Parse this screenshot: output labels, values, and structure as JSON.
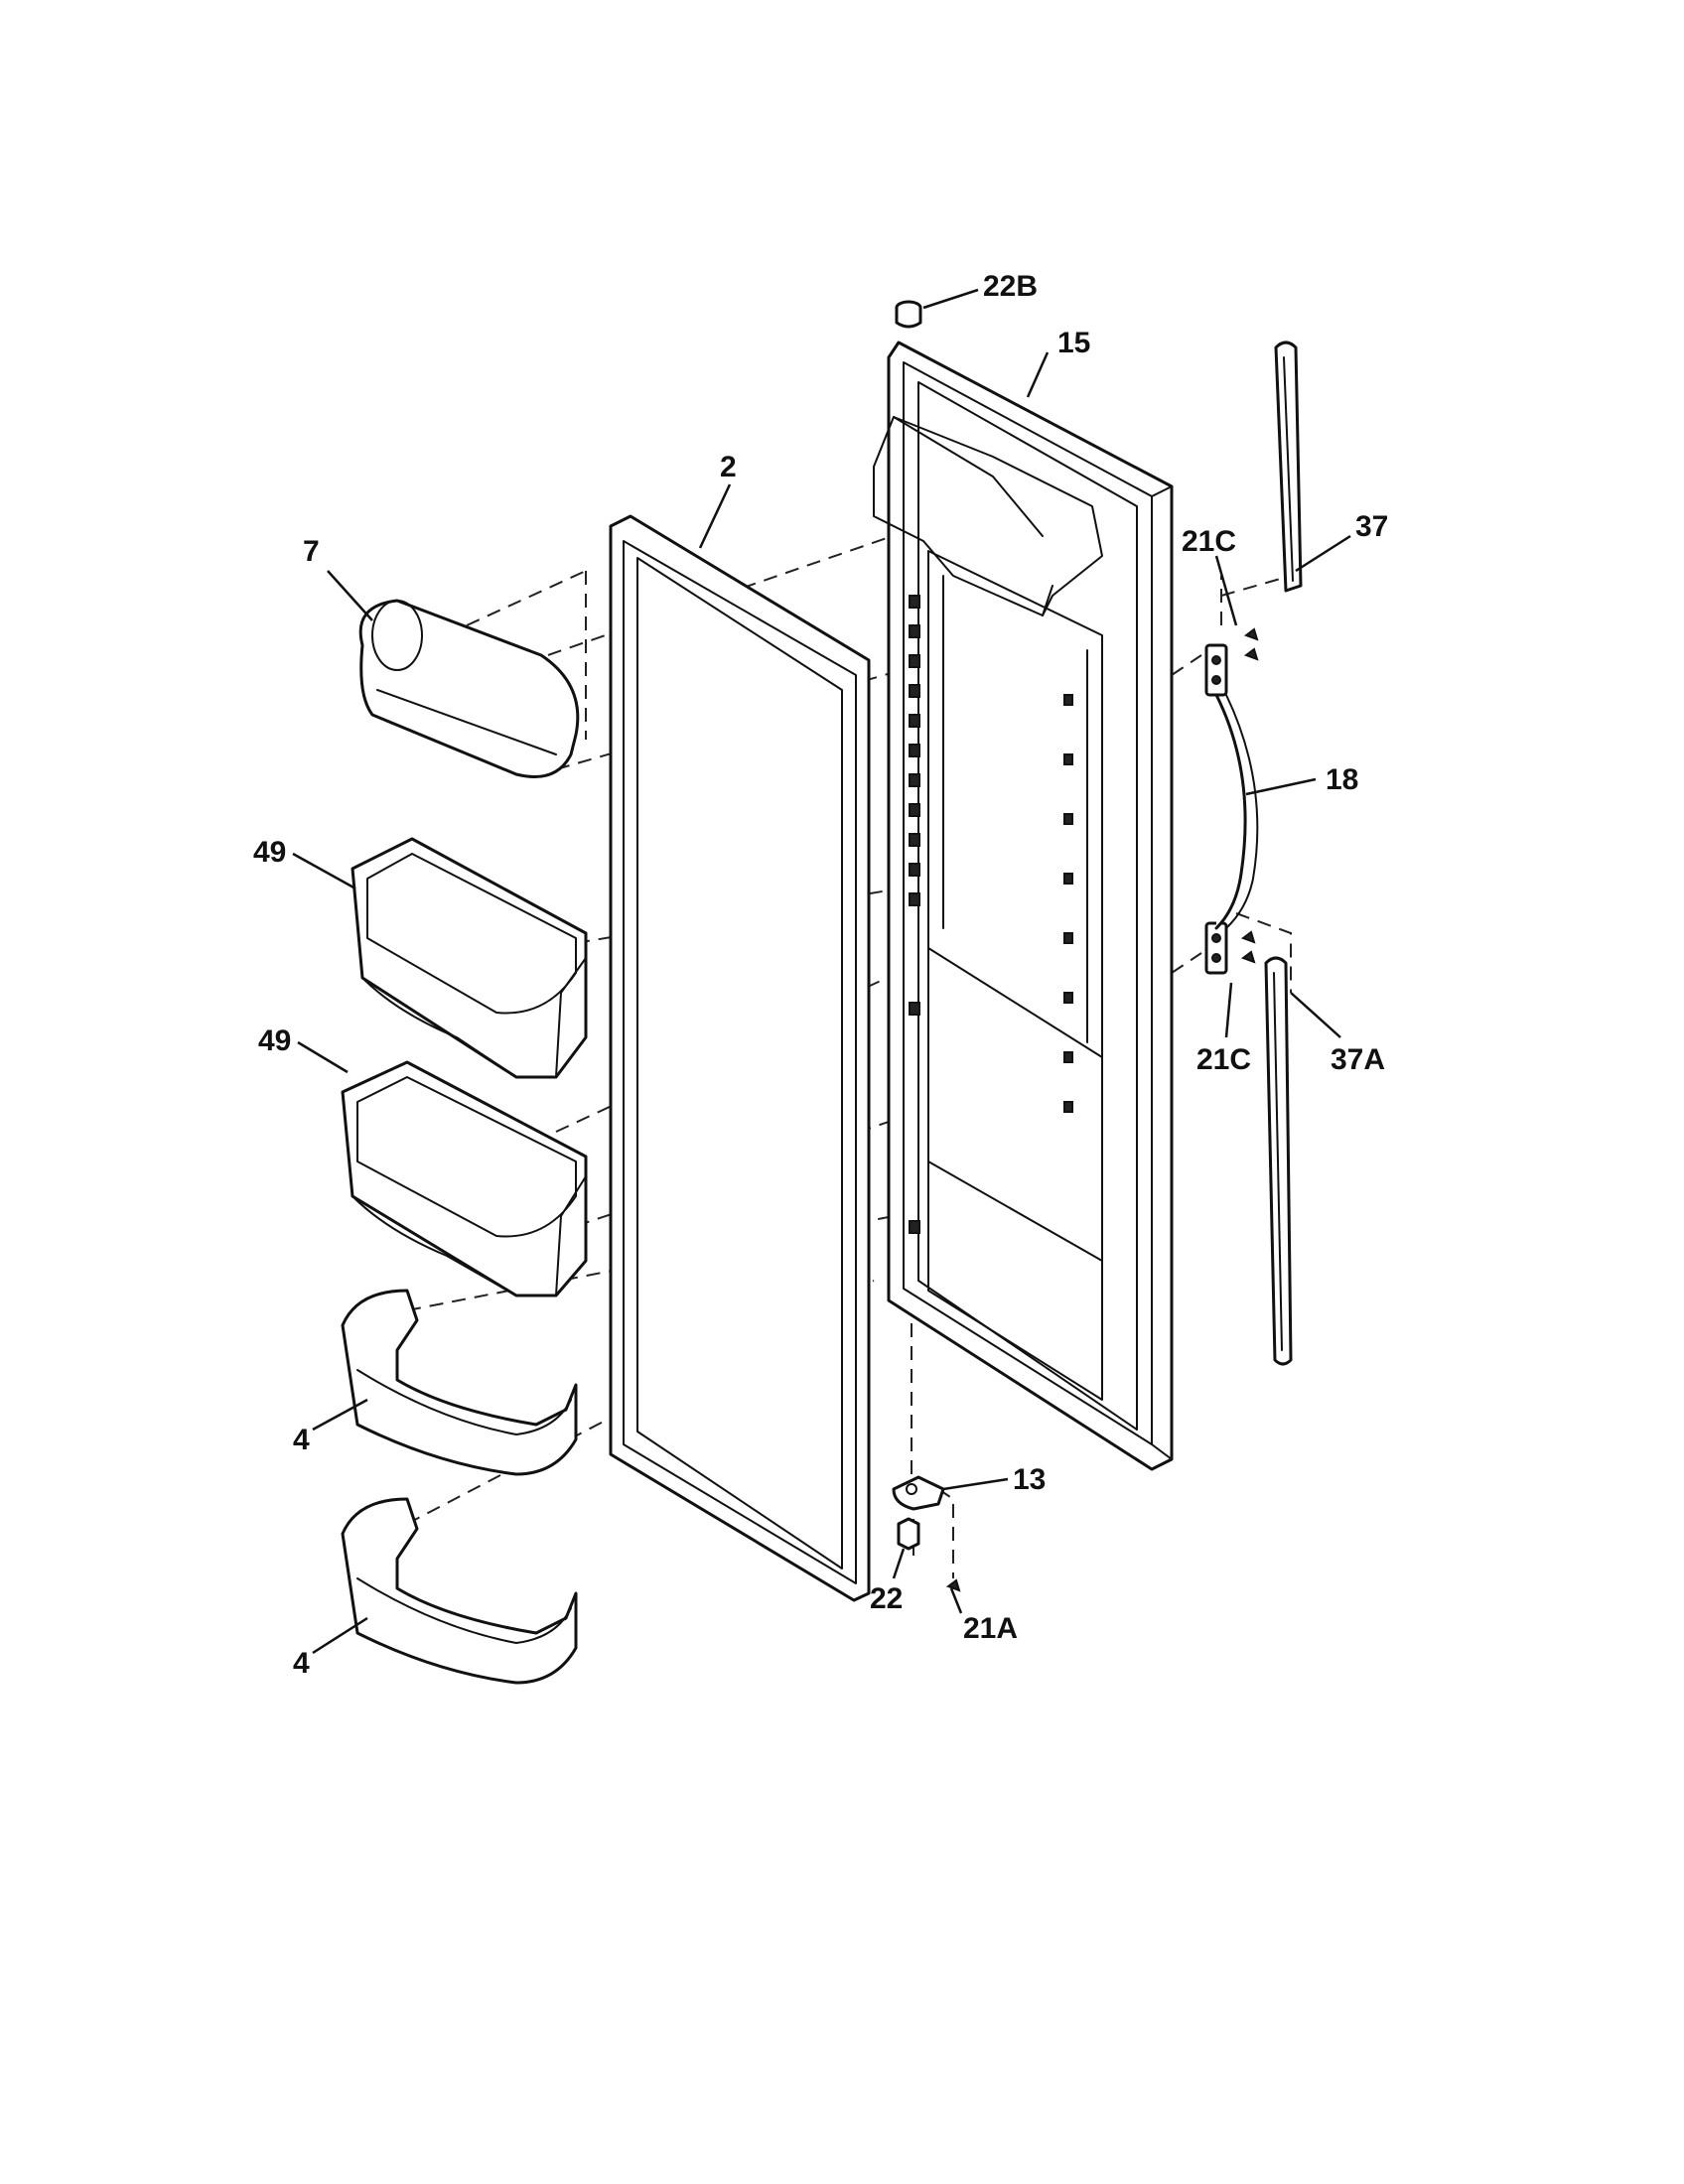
{
  "callouts": {
    "c_22B": "22B",
    "c_15": "15",
    "c_2": "2",
    "c_7": "7",
    "c_37": "37",
    "c_21C_top": "21C",
    "c_18": "18",
    "c_49_top": "49",
    "c_49_bottom": "49",
    "c_21C_bottom": "21C",
    "c_37A": "37A",
    "c_4_top": "4",
    "c_4_bottom": "4",
    "c_13": "13",
    "c_22": "22",
    "c_21A": "21A"
  },
  "colors": {
    "line": "#111111",
    "background": "#ffffff"
  }
}
